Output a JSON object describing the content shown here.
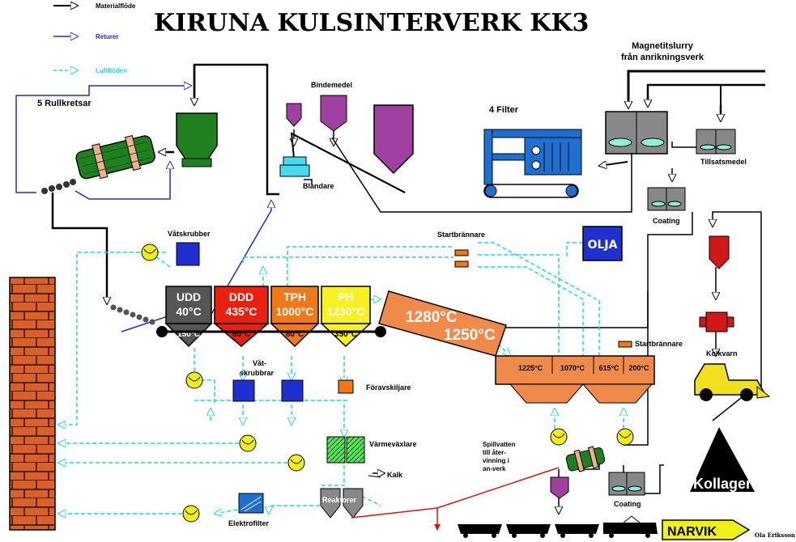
{
  "title": "KIRUNA KULSINTERVERK KK3",
  "legend": {
    "material": "Materialflöde",
    "returns": "Returer",
    "air": "Luftflöden"
  },
  "colors": {
    "material": "#000000",
    "returns": "#1f2fd0",
    "air": "#22d3e6",
    "kiln": "#f08a4a",
    "brick": "#d9602a",
    "udd": "#555555",
    "ddd": "#e82010",
    "tph": "#f07818",
    "ph": "#f8f020",
    "drum": "#208020",
    "filter": "#1f6fd0",
    "tank": "#a040a0",
    "blue_unit": "#1f2fd0",
    "red_mill": "#d01818",
    "loader": "#f0e020",
    "water": "#e01010",
    "narvik": "#f0f018",
    "heat_exchanger": "#60e060"
  },
  "labels": {
    "rullkretsar": "5 Rullkretsar",
    "bindemedel": "Bindemedel",
    "blandare": "Blandare",
    "filter": "4 Filter",
    "slurry_line1": "Magnetitslurry",
    "slurry_line2": "från anrikningsverk",
    "tillsatsmedel": "Tillsatsmedel",
    "coating_top": "Coating",
    "vatskrubber": "Våtskrubber",
    "startbrannare_top": "Startbrännare",
    "olja": "OLJA",
    "startbrannare_right": "Startbrännare",
    "kolkvarn": "Kolkvarn",
    "vatskrubbrar_1": "Våt-",
    "vatskrubbrar_2": "skrubbrar",
    "foravskiljare": "Föravskiljare",
    "varmevaxlare": "Värmeväxlare",
    "kalk": "Kalk",
    "reaktorer": "Reaktorer",
    "elektrofilter": "Elektrofilter",
    "spillvatten_1": "Spillvatten",
    "spillvatten_2": "till åter-",
    "spillvatten_3": "vinning i",
    "spillvatten_4": "an-verk",
    "kollager": "Kollager",
    "coating_bottom": "Coating",
    "narvik": "NARVIK",
    "author": "Ola Eriksson"
  },
  "zones": [
    {
      "name": "UDD",
      "temp": "40°C",
      "bottom_temp": "150°C"
    },
    {
      "name": "DDD",
      "temp": "435°C",
      "bottom_temp": "60°C"
    },
    {
      "name": "TPH",
      "temp": "1000°C",
      "bottom_temp": "80°C"
    },
    {
      "name": "PH",
      "temp": "1230°C",
      "bottom_temp": "350°C"
    }
  ],
  "kiln": {
    "temp_hot": "1280°C",
    "temp_exit": "1250°C"
  },
  "cooler": {
    "temps": [
      "1225°C",
      "1070°C",
      "615°C",
      "200°C"
    ]
  }
}
